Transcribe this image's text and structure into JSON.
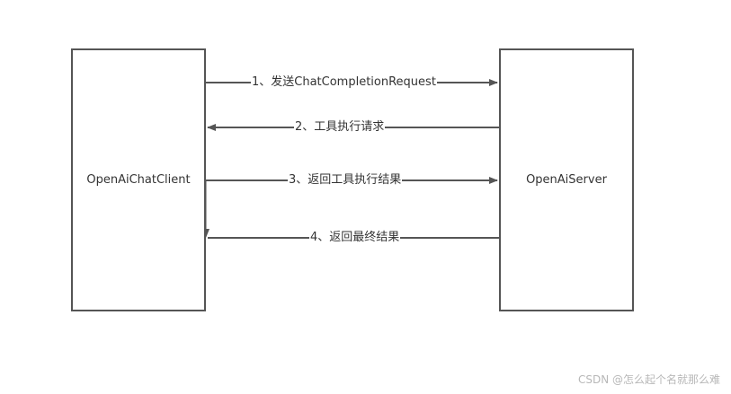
{
  "participants": {
    "client": "OpenAiChatClient",
    "server": "OpenAiServer"
  },
  "messages": [
    {
      "label": "1、发送ChatCompletionRequest",
      "direction": "right"
    },
    {
      "label": "2、工具执行请求",
      "direction": "left"
    },
    {
      "label": "3、返回工具执行结果",
      "direction": "right"
    },
    {
      "label": "4、返回最终结果",
      "direction": "left"
    }
  ],
  "watermark": "CSDN @怎么起个名就那么难",
  "colors": {
    "line": "#555555",
    "text": "#333333",
    "watermark": "#b8b8b8"
  }
}
